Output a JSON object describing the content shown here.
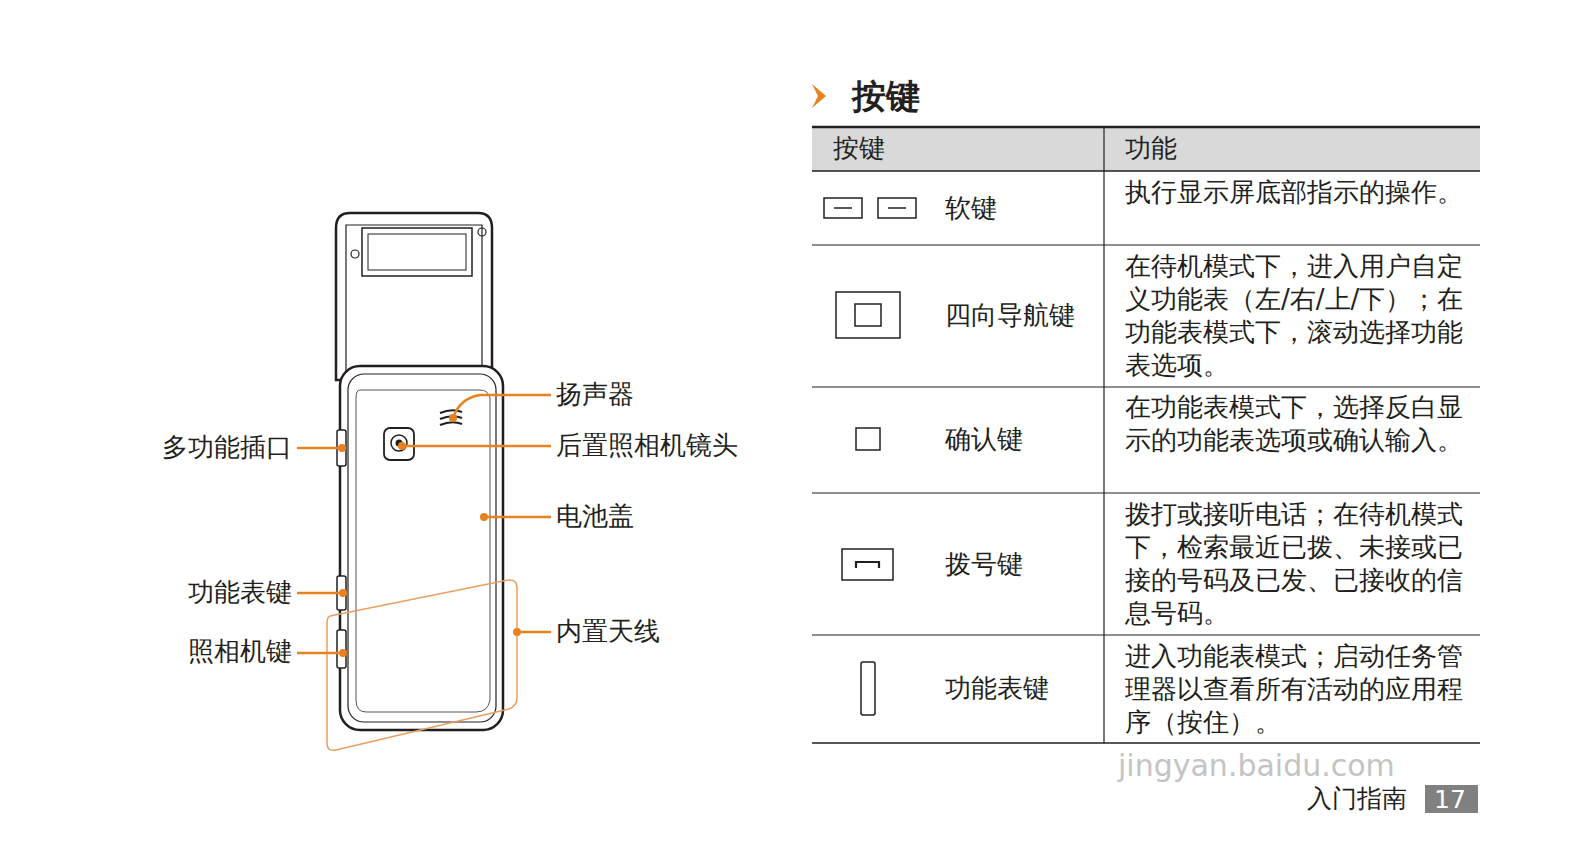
{
  "diagram": {
    "title": "按键",
    "labels": [
      "扬声器",
      "多功能插口",
      "后置照相机镜头",
      "电池盖",
      "功能表键",
      "照相机键",
      "内置天线",
      "按键",
      "功能",
      "软键",
      "执行显示屏底部指示的操作。",
      "四向导航键",
      "在待机模式下，进入用户自定义功能表（左/右/上/下）；在功能表模式下，滚动选择功能表选项。",
      "确认键",
      "在功能表模式下，选择反白显示的功能表选项或确认输入。",
      "拨号键",
      "拨打或接听电话；在待机模式下，检索最近已拨、未接或已接的号码及已发、已接收的信息号码。",
      "功能表键",
      "进入功能表模式；启动任务管理器以查看所有活动的应用程序（按住）。",
      "入门指南",
      "17",
      "jingyan.baidu.com"
    ]
  }
}
